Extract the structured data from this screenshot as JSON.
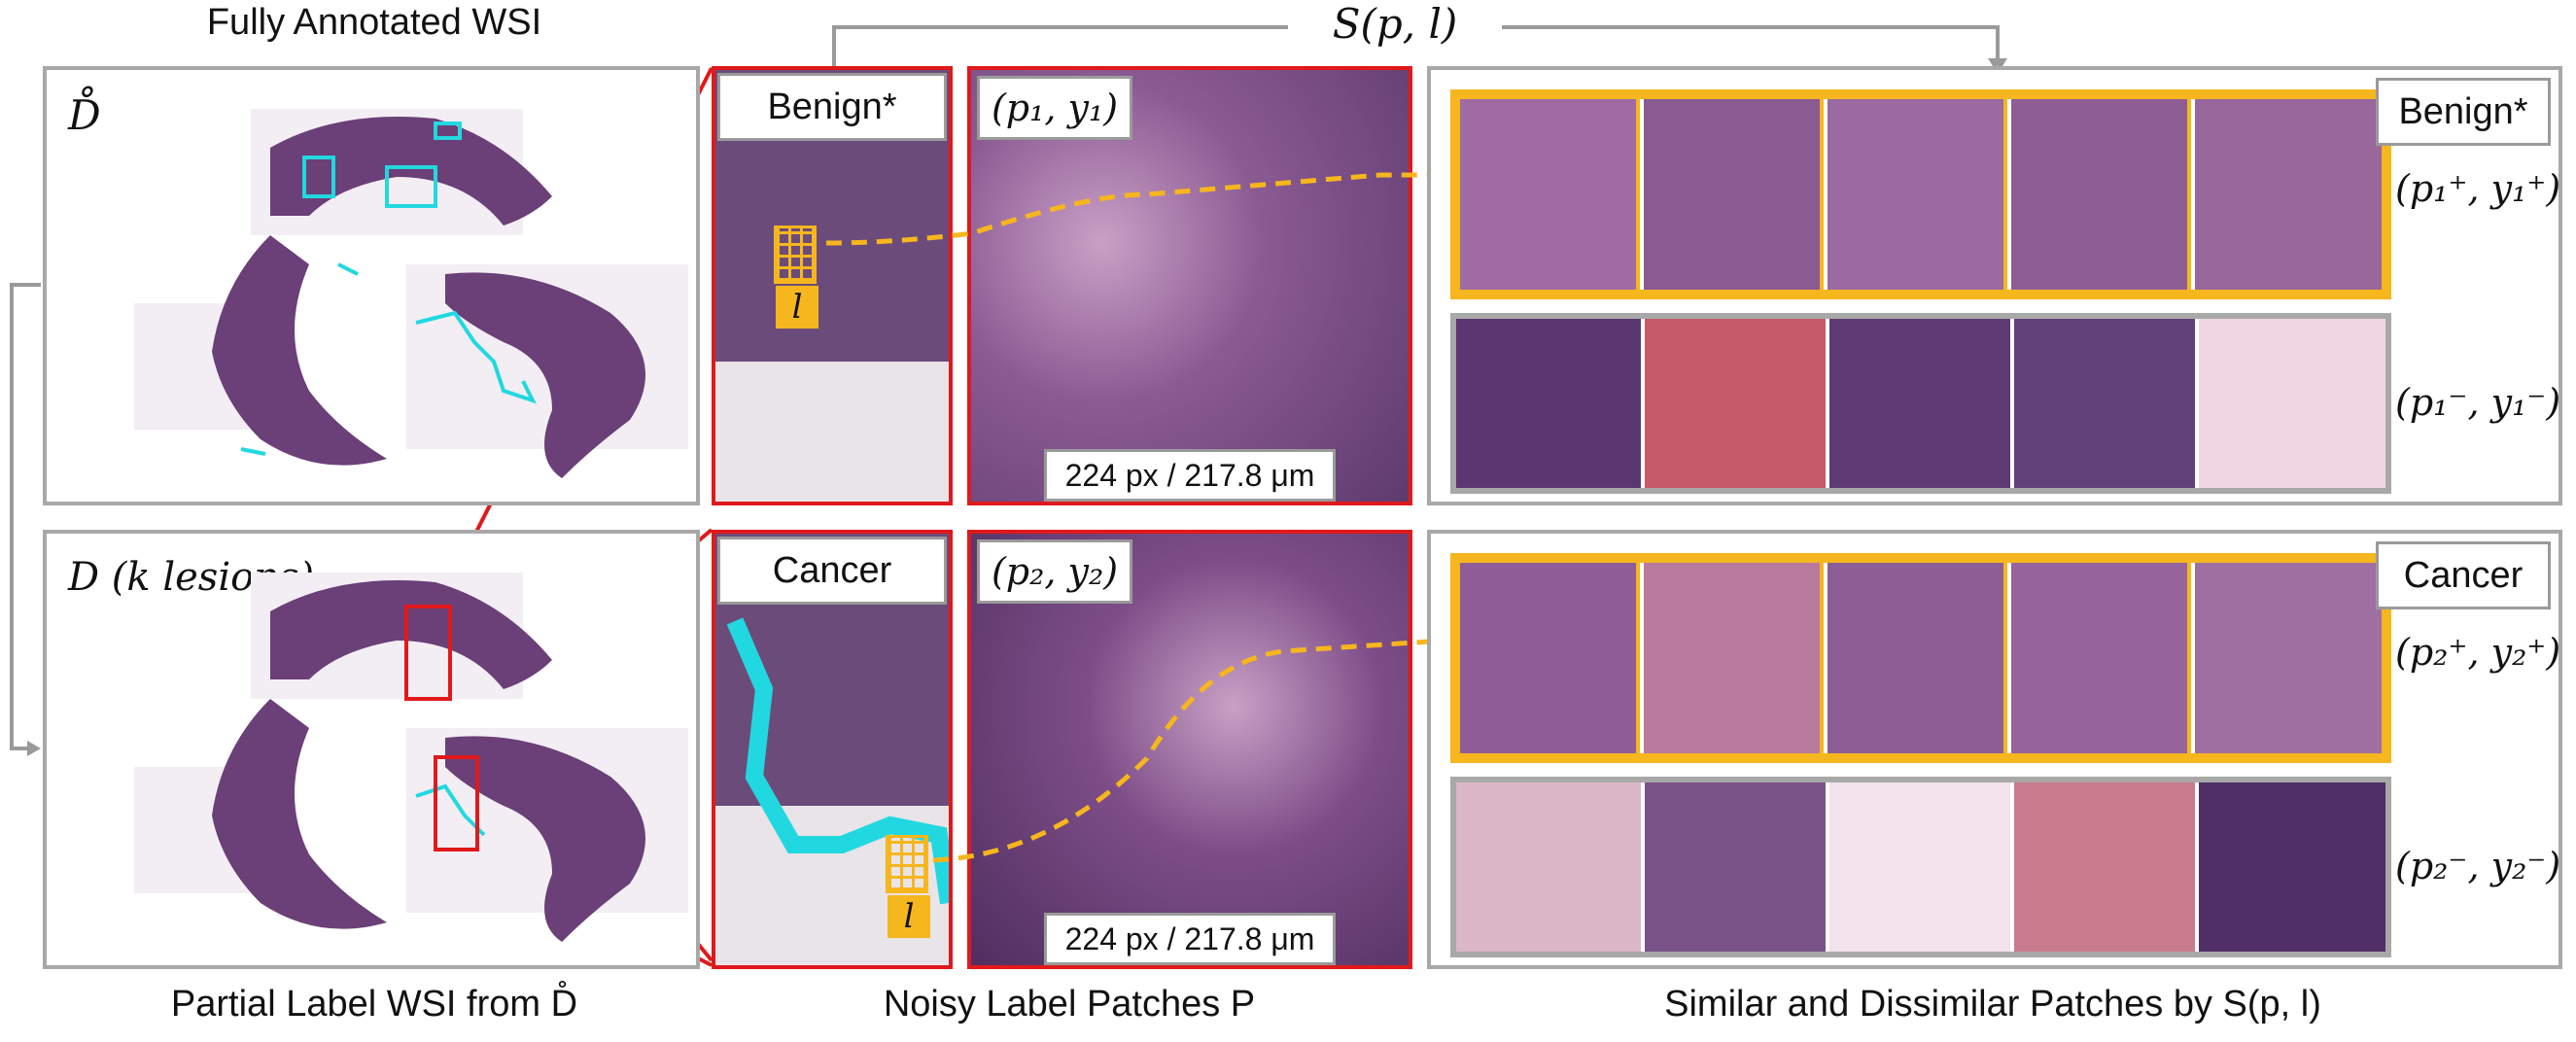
{
  "captions": {
    "top_left": "Fully Annotated WSI",
    "bottom_left": "Partial Label WSI from D̊",
    "bottom_mid": "Noisy Label Patches P",
    "bottom_right": "Similar and Dissimilar Patches by S(p, l)",
    "similarity_fn": "S(p, l)"
  },
  "wsi": {
    "full_label": "D̊",
    "partial_label": "D (k lesions)"
  },
  "rows": [
    {
      "class_label": "Benign*",
      "patch_label": "(p₁, y₁)",
      "scale": "224 px / 217.8 μm",
      "positive_pair": "(p₁⁺, y₁⁺)",
      "negative_pair": "(p₁⁻, y₁⁻)",
      "location_marker": "l"
    },
    {
      "class_label": "Cancer",
      "patch_label": "(p₂, y₂)",
      "scale": "224 px / 217.8 μm",
      "positive_pair": "(p₂⁺, y₂⁺)",
      "negative_pair": "(p₂⁻, y₂⁻)",
      "location_marker": "l"
    }
  ],
  "colors": {
    "red_frame": "#e0191b",
    "orange_frame": "#f6b61d",
    "gray_frame": "#a8a8a8",
    "annotation": "#22d8e0",
    "tissue": "#6b3f78",
    "tissue_light": "#b77fae"
  }
}
